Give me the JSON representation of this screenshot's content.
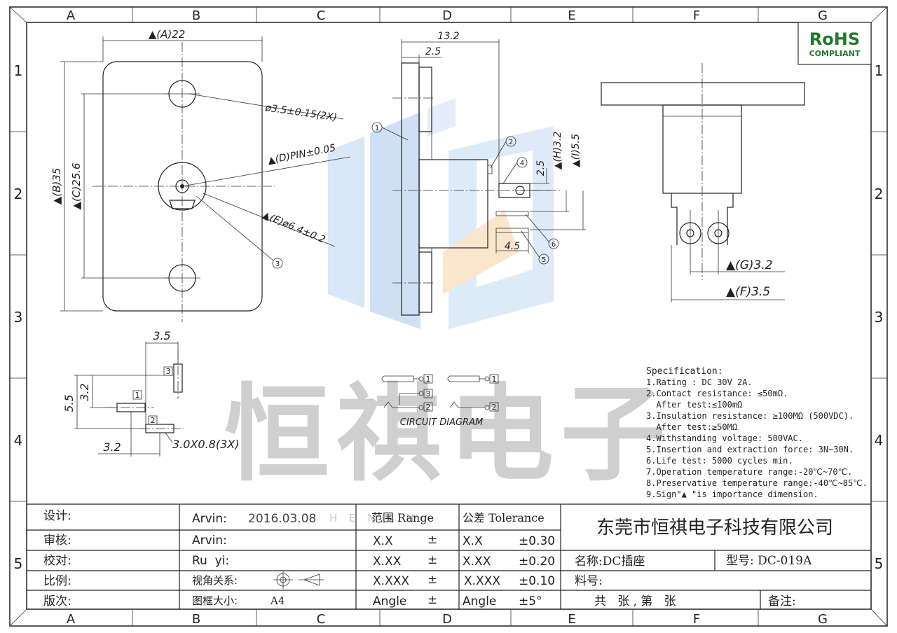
{
  "grid": {
    "columns": [
      "A",
      "B",
      "C",
      "D",
      "E",
      "F",
      "G"
    ],
    "rows": [
      "1",
      "2",
      "3",
      "4",
      "5"
    ]
  },
  "rohs": {
    "title": "RoHS",
    "subtitle": "COMPLIANT"
  },
  "watermark": {
    "text": "恒祺电子",
    "subtext": "H E N     A N"
  },
  "front_view": {
    "dim_a": "▲(A)22",
    "dim_b": "▲(B)35",
    "dim_c": "▲(C)25.6",
    "hole_note": "ø3.5±0.15(2X)",
    "pin_note": "▲(D)PIN±0.05",
    "sleeve_note": "▲(E)ø6.4±0.2",
    "balloon_3": "3"
  },
  "side_view": {
    "dim_13_2": "13.2",
    "dim_2_5_top": "2.5",
    "dim_h": "▲(H)3.2",
    "dim_i": "▲(I)5.5",
    "dim_2_5_right": "2.5",
    "dim_4_5": "4.5",
    "balloon_1": "1",
    "balloon_2": "2",
    "balloon_4": "4",
    "balloon_5": "5",
    "balloon_6": "6"
  },
  "right_view": {
    "dim_g": "▲(G)3.2",
    "dim_f": "▲(F)3.5"
  },
  "pcb_layout": {
    "dim_3_5": "3.5",
    "dim_5_5": "5.5",
    "dim_3_2_v": "3.2",
    "dim_3_2_h": "3.2",
    "slot_note": "3.0X0.8(3X)",
    "pin_1": "1",
    "pin_2": "2",
    "pin_3": "3"
  },
  "circuit": {
    "label": "CIRCUIT DIAGRAM",
    "left_pins": [
      "1",
      "3",
      "2"
    ],
    "right_pins": [
      "1",
      "2"
    ]
  },
  "spec": {
    "title": "Specification:",
    "lines": [
      "1.Rating : DC 30V 2A.",
      "2.Contact resistance: ≤50mΩ.",
      "  After test:≤100mΩ",
      "3.Insulation resistance: ≥100MΩ (500VDC).",
      "  After test:≥50MΩ",
      "4.Withstanding voltage: 500VAC.",
      "5.Insertion and extraction force: 3N~30N.",
      "6.Life test: 5000 cycles min.",
      "7.Operation temperature range:-20℃~70℃.",
      "8.Preservative temperature range:-40℃~85℃.",
      "9.Sign\"▲ \"is importance dimension."
    ]
  },
  "title_block": {
    "design_label": "设计:",
    "design_value": "Arvin:",
    "design_date": "2016.03.08",
    "review_label": "审核:",
    "review_value": "Arvin:",
    "check_label": "校对:",
    "check_value": "Ru  yi:",
    "scale_label": "比例:",
    "projection_label": "视角关系:",
    "version_label": "版次:",
    "frame_size_label": "图框大小:",
    "frame_size_value": "A4",
    "range_header": "范围 Range",
    "tolerance_header": "公差 Tolerance",
    "range_rows": [
      "X.X",
      "X.XX",
      "X.XXX",
      "Angle"
    ],
    "range_pm": [
      "±",
      "±",
      "±",
      "±"
    ],
    "tol_rows": [
      "X.X",
      "X.XX",
      "X.XXX",
      "Angle"
    ],
    "tol_values": [
      "±0.30",
      "±0.20",
      "±0.10",
      "±5°"
    ],
    "company": "东莞市恒祺电子科技有限公司",
    "name_label": "名称:DC插座",
    "model_label": "型号: DC-019A",
    "part_no_label": "料号:",
    "sheets_label": "共   张 , 第   张",
    "remarks_label": "备注:"
  }
}
